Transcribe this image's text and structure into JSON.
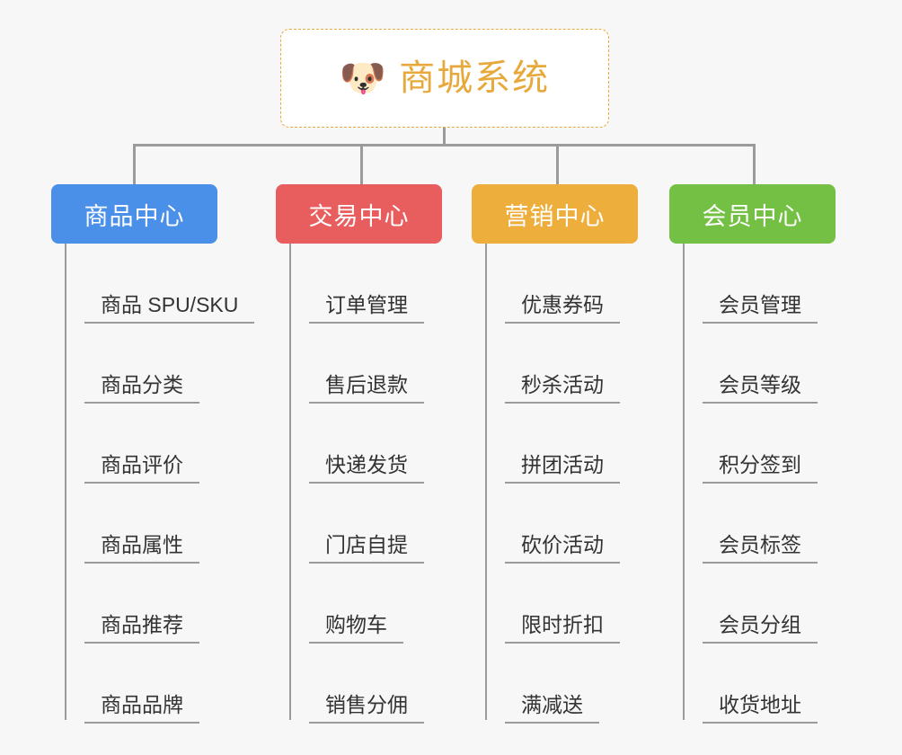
{
  "root": {
    "icon": "dog-face-emoji",
    "emoji": "🐶",
    "title": "商城系统",
    "border_color": "#e8a93c",
    "title_color": "#e8a93c"
  },
  "canvas": {
    "background": "#f7f7f7",
    "connector_color": "#9b9b9b"
  },
  "branches": [
    {
      "label": "商品中心",
      "color": "#4a8fe8",
      "items": [
        "商品 SPU/SKU",
        "商品分类",
        "商品评价",
        "商品属性",
        "商品推荐",
        "商品品牌"
      ]
    },
    {
      "label": "交易中心",
      "color": "#e85d5d",
      "items": [
        "订单管理",
        "售后退款",
        "快递发货",
        "门店自提",
        "购物车",
        "销售分佣"
      ]
    },
    {
      "label": "营销中心",
      "color": "#edae3c",
      "items": [
        "优惠券码",
        "秒杀活动",
        "拼团活动",
        "砍价活动",
        "限时折扣",
        "满减送"
      ]
    },
    {
      "label": "会员中心",
      "color": "#74c044",
      "items": [
        "会员管理",
        "会员等级",
        "积分签到",
        "会员标签",
        "会员分组",
        "收货地址"
      ]
    }
  ],
  "layout": {
    "branch_lefts": [
      57,
      307,
      525,
      745
    ],
    "branch_widths": [
      185,
      185,
      185,
      185
    ],
    "drop_lefts": [
      148,
      401,
      619,
      838
    ]
  }
}
